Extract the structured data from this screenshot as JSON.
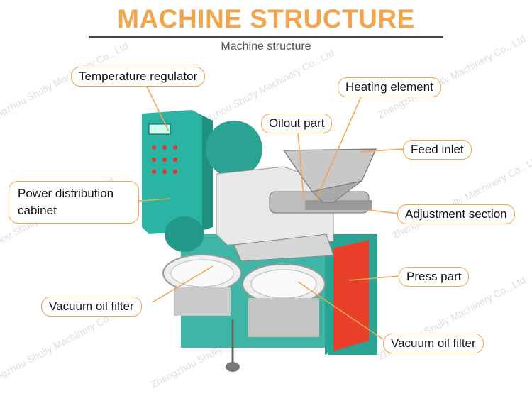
{
  "header": {
    "title": "MACHINE STRUCTURE",
    "subtitle": "Machine structure",
    "title_color": "#f3a54c"
  },
  "watermark_text": "Zhengzhou Shully Machinery Co., Ltd",
  "colors": {
    "label_border": "#f3a54c",
    "leader_line": "#f3a54c",
    "cabinet": "#2bb3a3",
    "press_part": "#e8402a"
  },
  "labels": {
    "temperature_regulator": "Temperature regulator",
    "heating_element": "Heating element",
    "oilout_part": "Oilout part",
    "feed_inlet": "Feed inlet",
    "power_distribution_cabinet": "Power distribution cabinet",
    "adjustment_section": "Adjustment section",
    "press_part": "Press part",
    "vacuum_oil_filter_left": "Vacuum oil filter",
    "vacuum_oil_filter_right": "Vacuum oil filter"
  }
}
